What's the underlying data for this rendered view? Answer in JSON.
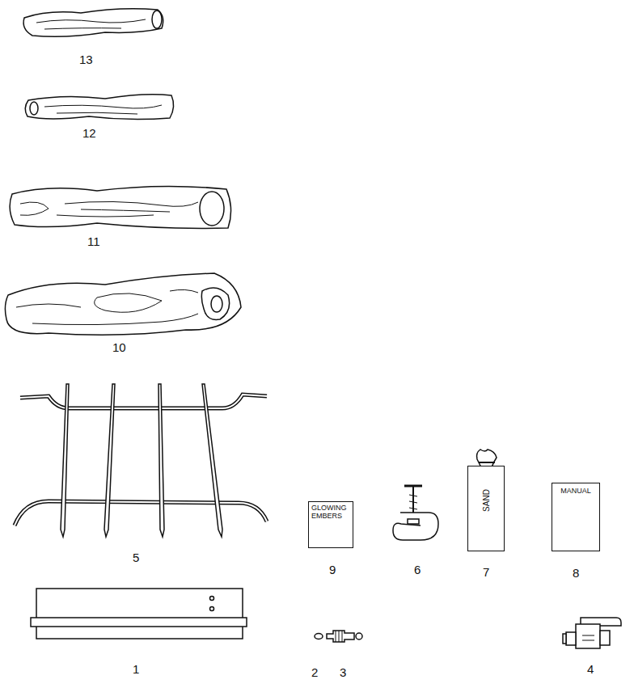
{
  "diagram": {
    "nodes": [
      {
        "text": [
          "GLOWING EMBERS"
        ]
      },
      {
        "text": [
          "SAND"
        ]
      },
      {
        "text": [
          "MANUAL"
        ]
      }
    ],
    "labels": [
      "13",
      "12",
      "11",
      "10",
      "5",
      "9",
      "6",
      "7",
      "8",
      "1",
      "2",
      "3",
      "4"
    ]
  }
}
